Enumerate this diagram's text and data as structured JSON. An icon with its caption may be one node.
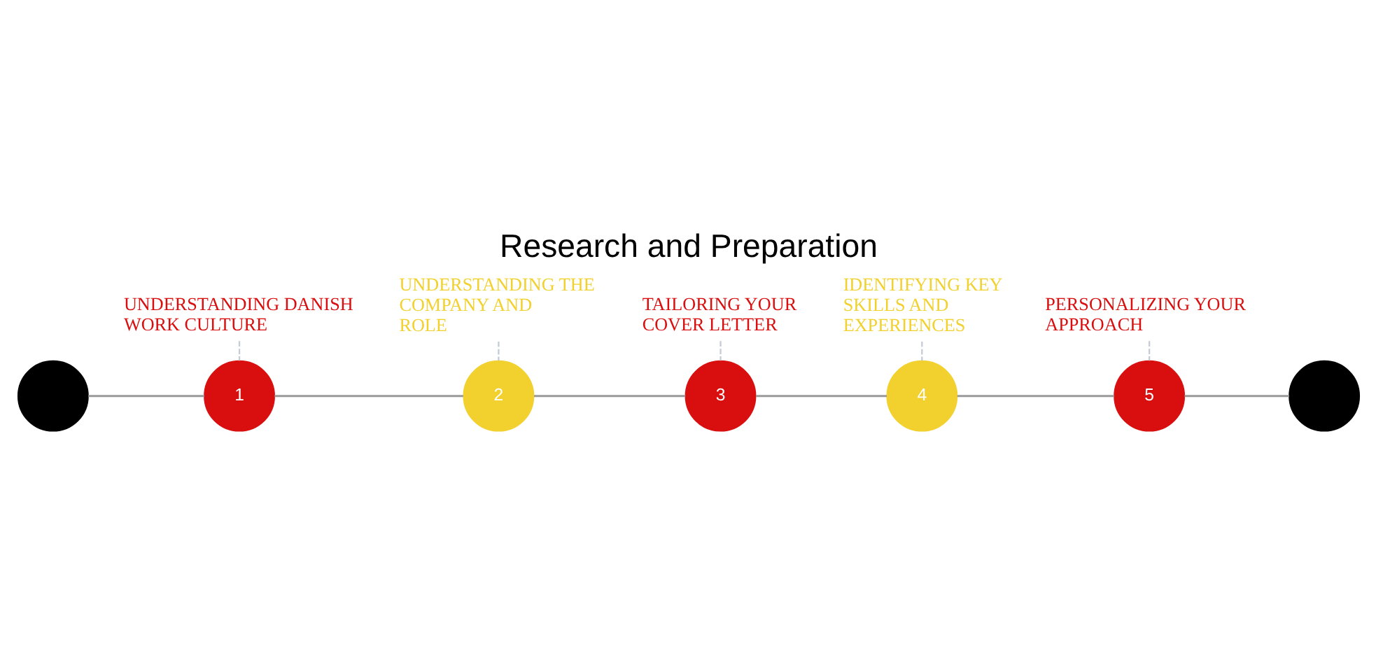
{
  "diagram": {
    "title": "Research and Preparation",
    "nodes": [
      {
        "text": [],
        "shape": "semicircle"
      },
      {
        "text": [
          "1"
        ]
      },
      {
        "text": [
          "2"
        ]
      },
      {
        "text": [
          "3"
        ]
      },
      {
        "text": [
          "4"
        ]
      },
      {
        "text": [
          "5"
        ]
      },
      {
        "text": [],
        "shape": "semicircle"
      },
      {
        "text": [
          "UNDERSTANDING DANISH WORK CULTURE"
        ]
      },
      {
        "text": [
          "UNDERSTANDING THE COMPANY AND ROLE"
        ]
      },
      {
        "text": [
          "TAILORING YOUR COVER LETTER"
        ]
      },
      {
        "text": [
          "IDENTIFYING KEY SKILLS AND EXPERIENCES"
        ]
      },
      {
        "text": [
          "PERSONALIZING YOUR APPROACH"
        ]
      }
    ],
    "edges": [
      {
        "from": 0,
        "to": 1,
        "arrow": "none"
      },
      {
        "from": 1,
        "to": 2,
        "arrow": "none"
      },
      {
        "from": 2,
        "to": 3,
        "arrow": "none"
      },
      {
        "from": 3,
        "to": 4,
        "arrow": "none"
      },
      {
        "from": 4,
        "to": 5,
        "arrow": "none"
      },
      {
        "from": 5,
        "to": 6,
        "arrow": "none"
      },
      {
        "from": 7,
        "to": 1,
        "arrow": "none",
        "style": "dashed",
        "color": "#c5ccd6"
      },
      {
        "from": 8,
        "to": 2,
        "arrow": "none",
        "style": "dashed",
        "color": "#c5ccd6"
      },
      {
        "from": 9,
        "to": 3,
        "arrow": "none",
        "style": "dashed",
        "color": "#c5ccd6"
      },
      {
        "from": 10,
        "to": 4,
        "arrow": "none",
        "style": "dashed",
        "color": "#c5ccd6"
      },
      {
        "from": 11,
        "to": 5,
        "arrow": "none",
        "style": "dashed",
        "color": "#c5ccd6"
      }
    ]
  }
}
